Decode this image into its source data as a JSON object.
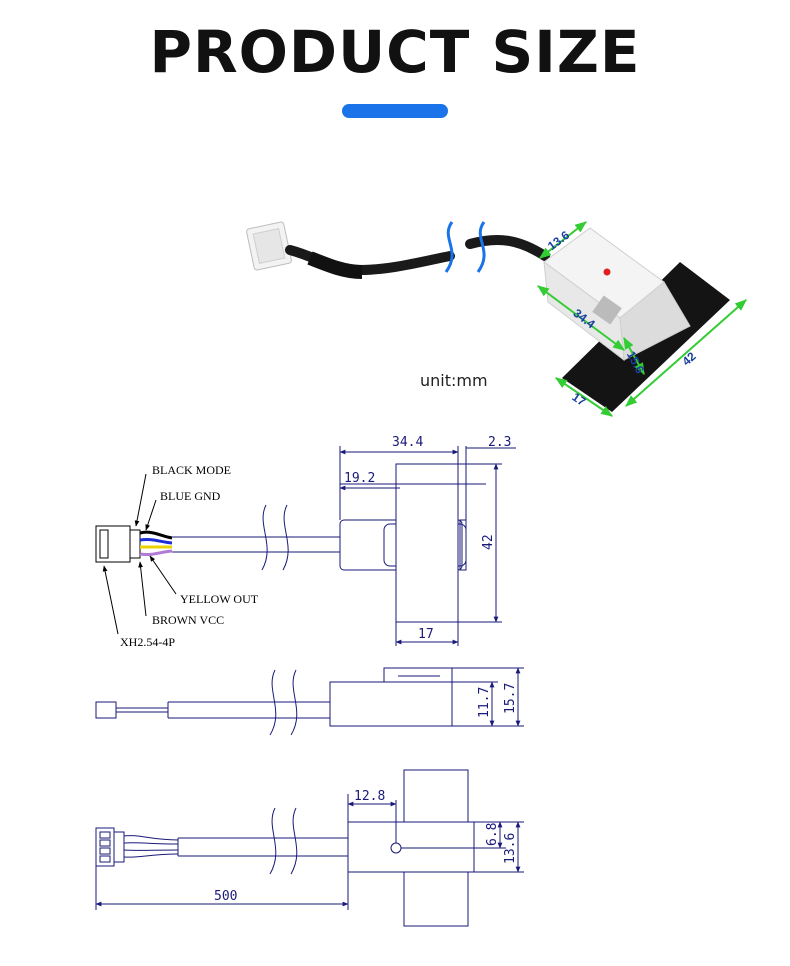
{
  "header": {
    "title": "PRODUCT SIZE",
    "accent_color": "#1a73e8"
  },
  "photo": {
    "unit_label": "unit:mm",
    "dims": {
      "width": "13.6",
      "length": "34.4",
      "depth": "15.6",
      "plate_length": "42",
      "plate_width": "17"
    },
    "dim_color": "#33cc33",
    "dim_text_color": "#1b3fa0"
  },
  "drawing": {
    "line_color": "#1a1a7a",
    "top_view": {
      "d_total": "34.4",
      "d_flange": "2.3",
      "d_offset": "19.2",
      "d_height": "42",
      "d_base": "17"
    },
    "wires": {
      "black_label": "BLACK MODE",
      "blue_label": "BLUE GND",
      "yellow_label": "YELLOW OUT",
      "brown_label": "BROWN VCC",
      "connector_label": "XH2.54-4P",
      "colors": {
        "black": "#000000",
        "blue": "#1f2fd6",
        "yellow": "#e8d400",
        "brown": "#b07ad6"
      }
    },
    "side_view": {
      "d_inner": "11.7",
      "d_outer": "15.7"
    },
    "bottom_view": {
      "d_offset": "12.8",
      "d_hole": "6.8",
      "d_height": "13.6",
      "d_cable": "500"
    }
  }
}
